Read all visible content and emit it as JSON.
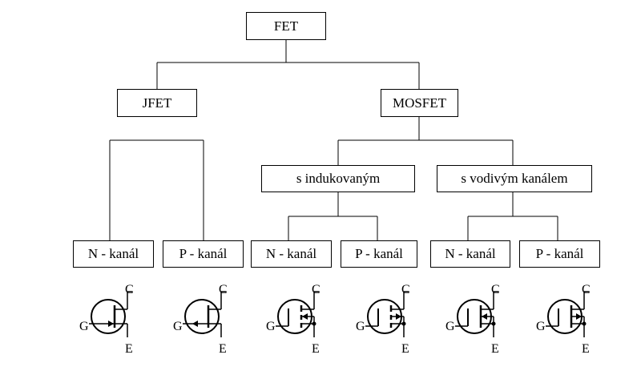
{
  "root": {
    "label": "FET"
  },
  "level1": [
    {
      "id": "jfet",
      "label": "JFET"
    },
    {
      "id": "mosfet",
      "label": "MOSFET"
    }
  ],
  "level2": [
    {
      "id": "induced",
      "label": "s indukovaným"
    },
    {
      "id": "conductive",
      "label": "s vodivým kanálem"
    }
  ],
  "leaves": [
    {
      "label": "N - kanál",
      "symbol": "jfet-n-channel"
    },
    {
      "label": "P - kanál",
      "symbol": "jfet-p-channel"
    },
    {
      "label": "N - kanál",
      "symbol": "mosfet-enhancement-n-channel"
    },
    {
      "label": "P - kanál",
      "symbol": "mosfet-enhancement-p-channel"
    },
    {
      "label": "N - kanál",
      "symbol": "mosfet-depletion-n-channel"
    },
    {
      "label": "P - kanál",
      "symbol": "mosfet-depletion-p-channel"
    }
  ],
  "terminals": {
    "gate": "G",
    "collector": "C",
    "emitter": "E"
  }
}
